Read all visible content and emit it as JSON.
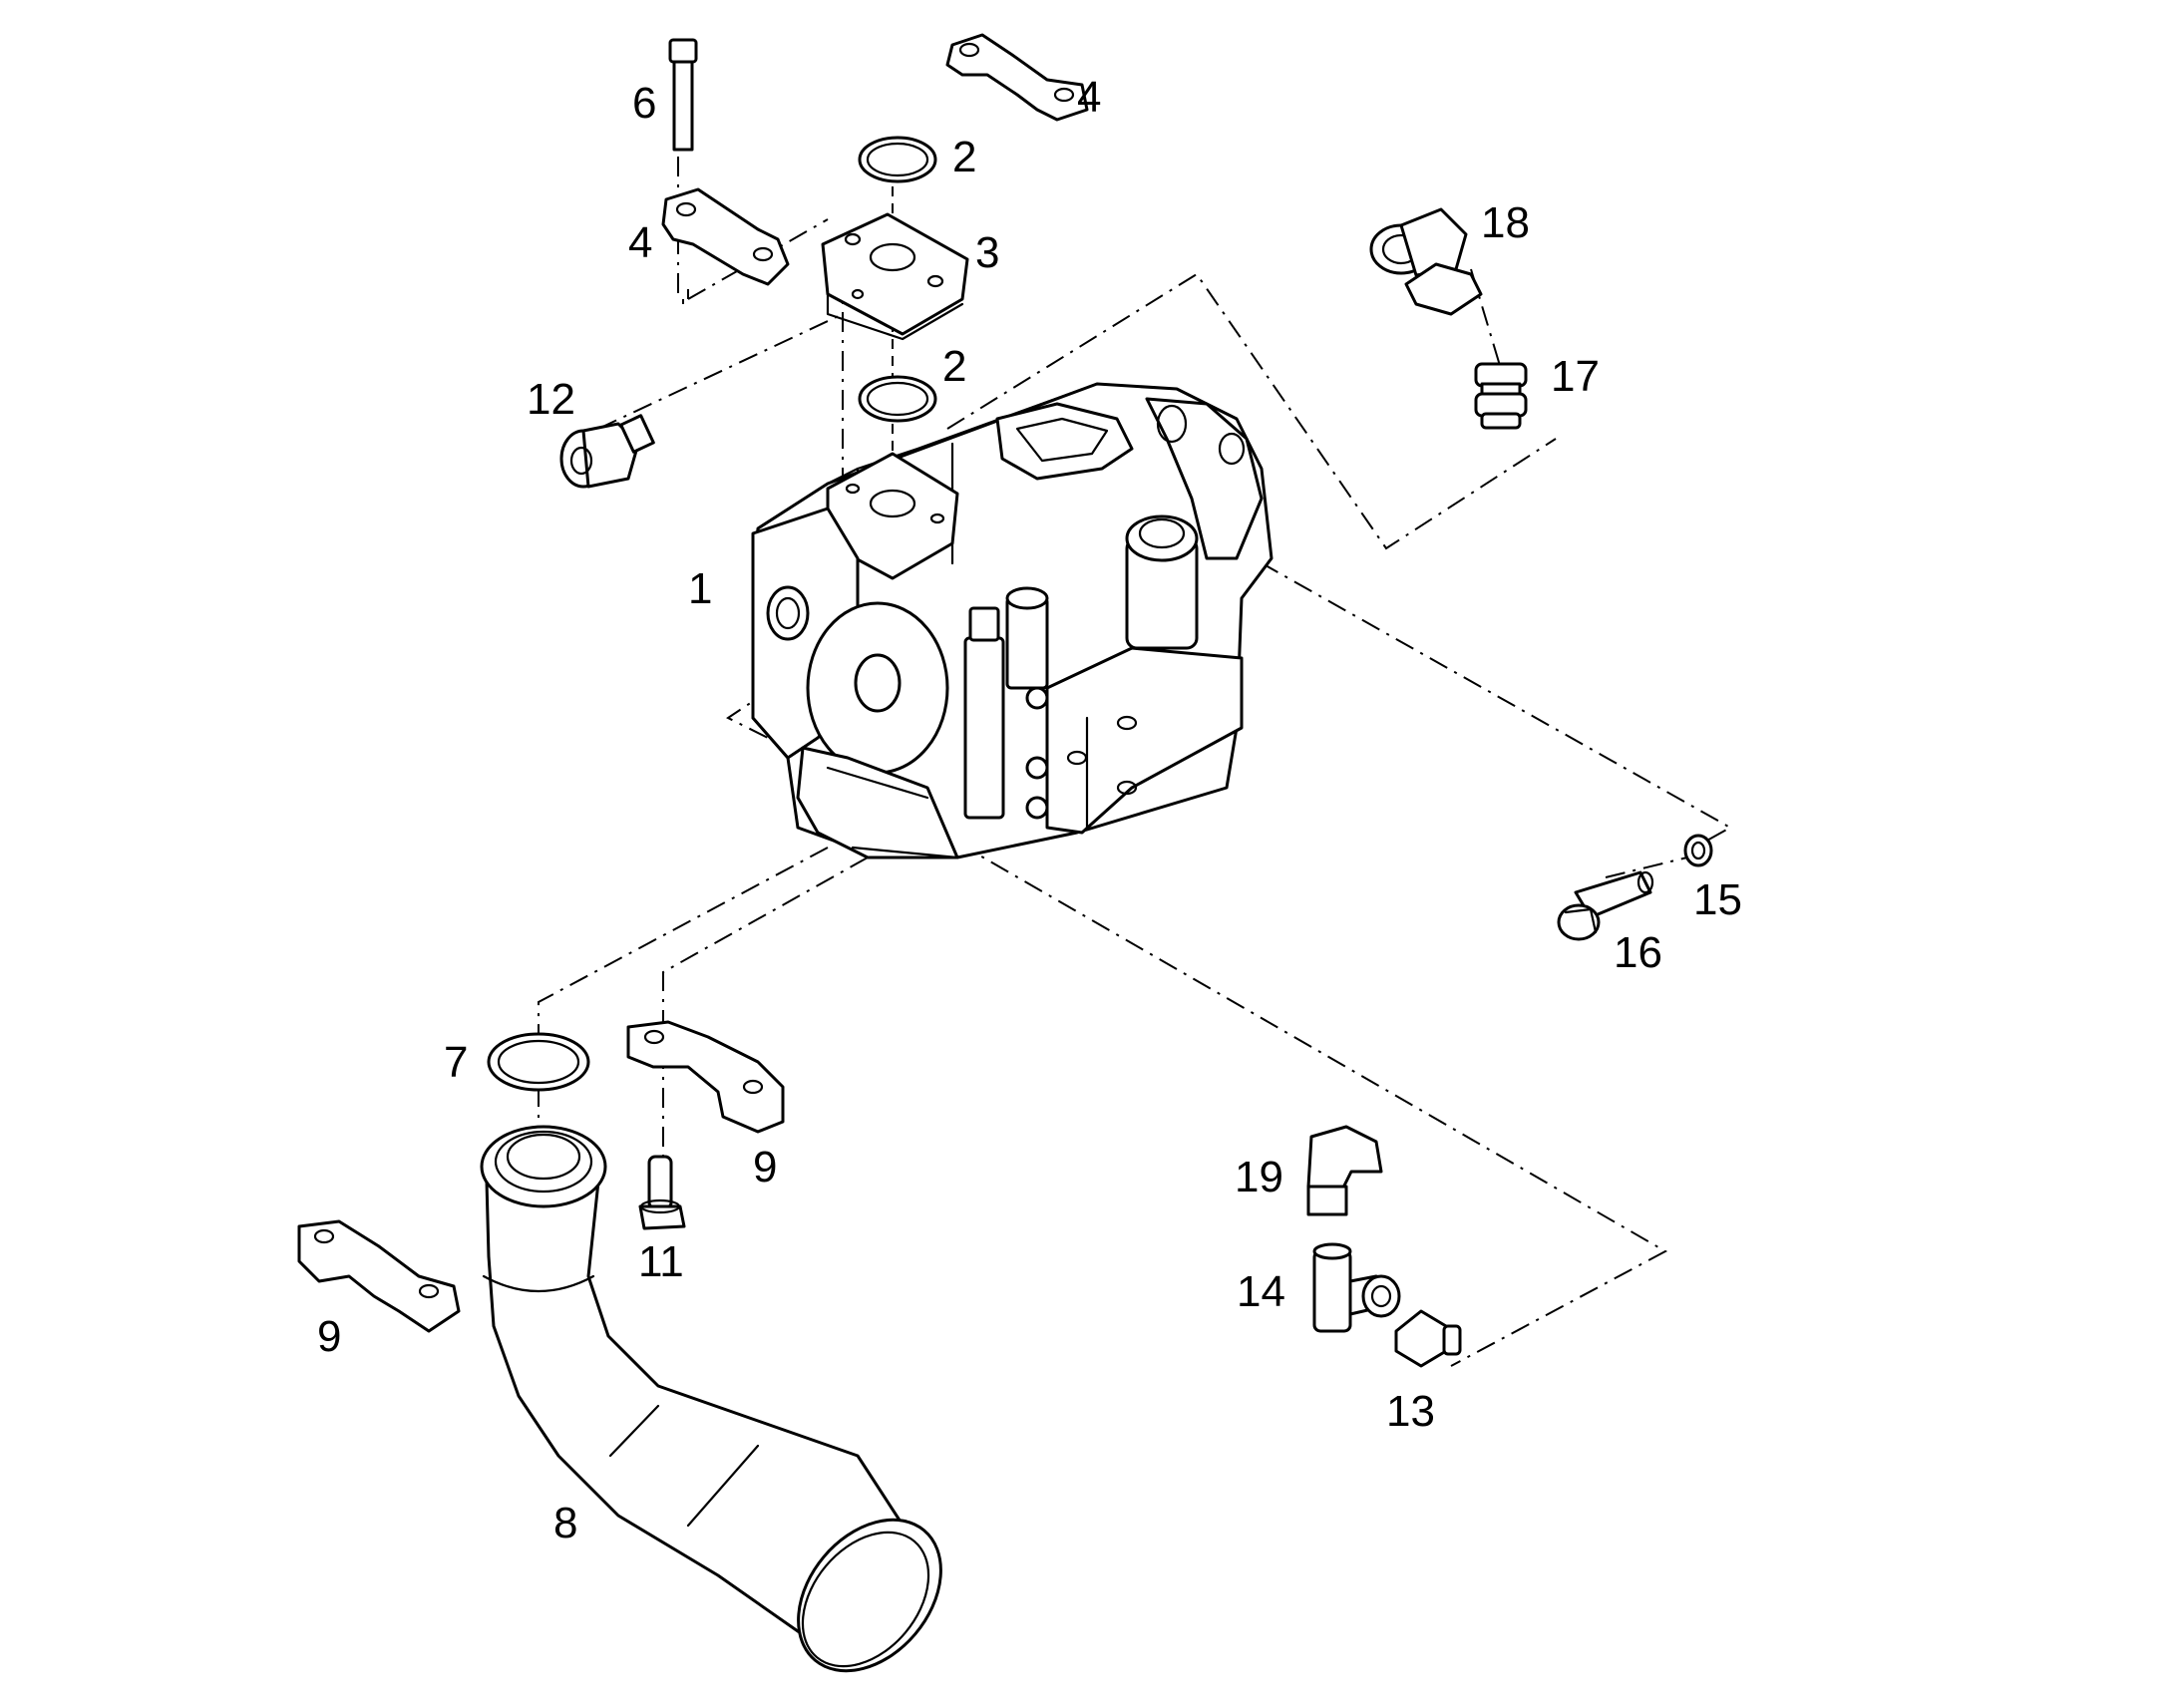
{
  "callouts": {
    "c1": "1",
    "c2a": "2",
    "c2b": "2",
    "c3": "3",
    "c4a": "4",
    "c4b": "4",
    "c6": "6",
    "c7": "7",
    "c8": "8",
    "c9a": "9",
    "c9b": "9",
    "c11": "11",
    "c12": "12",
    "c13": "13",
    "c14": "14",
    "c15": "15",
    "c16": "16",
    "c17": "17",
    "c18": "18",
    "c19": "19"
  }
}
